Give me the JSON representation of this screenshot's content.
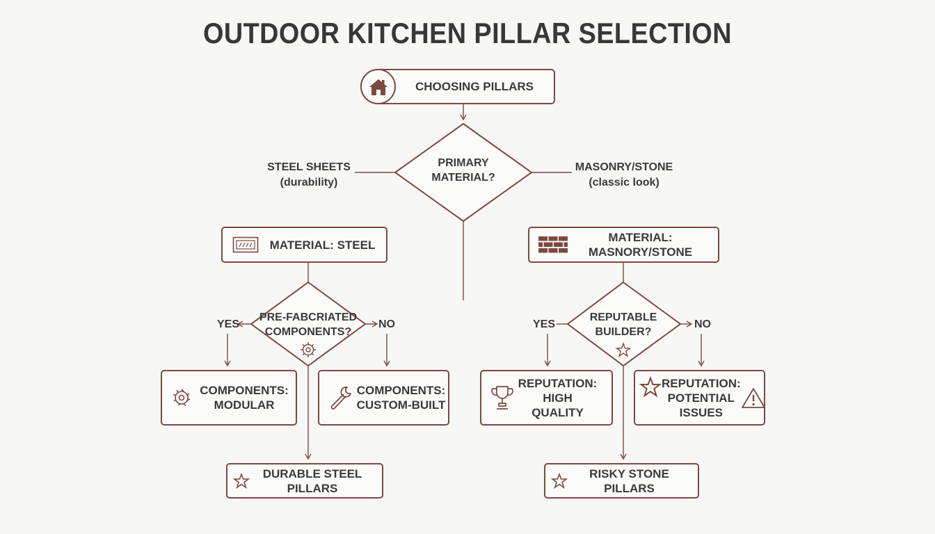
{
  "title": "OUTDOOR KITCHEN PILLAR SELECTION",
  "colors": {
    "accent": "#7a4a3f",
    "text": "#3a3a3a",
    "background": "#f7f7f6"
  },
  "start": {
    "label": "CHOOSING PILLARS",
    "icon": "house-icon"
  },
  "decision_material": {
    "question": "PRIMARY\nMATERIAL?",
    "left_branch": "STEEL SHEETS\n(durability)",
    "right_branch": "MASONRY/STONE\n(classic look)"
  },
  "steel": {
    "node": {
      "label": "MATERIAL: STEEL",
      "icon": "steel-sheet-icon"
    },
    "decision": {
      "question": "PRE-FABCRIATED\nCOMPONENTS?",
      "icon": "gear-icon",
      "yes": "YES",
      "no": "NO"
    },
    "yes_node": {
      "label": "COMPONENTS:\nMODULAR",
      "icon": "saw-blade-icon"
    },
    "no_node": {
      "label": "COMPONENTS:\nCUSTOM-BUILT",
      "icon": "wrench-icon"
    },
    "result": {
      "label": "DURABLE STEEL PILLARS",
      "icon": "star-icon"
    }
  },
  "stone": {
    "node": {
      "label": "MATERIAL: MASNORY/STONE",
      "icon": "brick-icon"
    },
    "decision": {
      "question": "REPUTABLE\nBUILDER?",
      "icon": "star-icon",
      "yes": "YES",
      "no": "NO"
    },
    "yes_node": {
      "label": "REPUTATION:\nHIGH\nQUALITY",
      "icon": "trophy-icon"
    },
    "no_node": {
      "label": "REPUTATION:\nPOTENTIAL\nISSUES",
      "icon": "star-icon",
      "icon2": "warning-icon"
    },
    "result": {
      "label": "RISKY STONE PILLARS",
      "icon": "star-icon"
    }
  }
}
